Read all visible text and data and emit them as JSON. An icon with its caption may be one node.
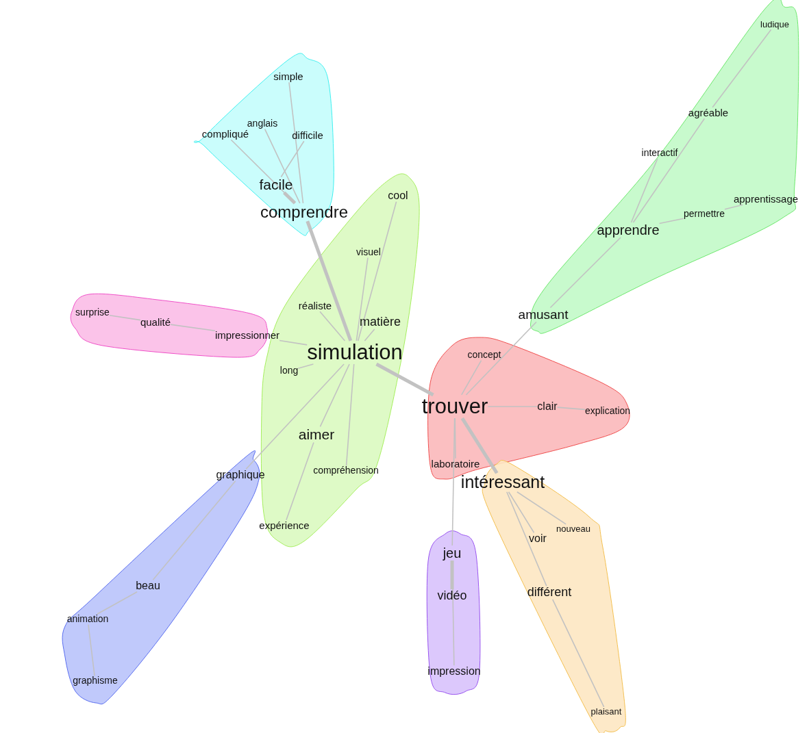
{
  "diagram": {
    "nodes": [
      {
        "text": [],
        "shape": "blob"
      },
      {
        "text": [
          "simple"
        ],
        "in": 0
      },
      {
        "text": [
          "anglais"
        ],
        "in": 0
      },
      {
        "text": [
          "compliqué"
        ],
        "in": 0
      },
      {
        "text": [
          "difficile"
        ],
        "in": 0
      },
      {
        "text": [
          "facile"
        ],
        "in": 0
      },
      {
        "text": [
          "comprendre"
        ],
        "in": 0
      },
      {
        "text": [],
        "shape": "blob"
      },
      {
        "text": [
          "ludique"
        ],
        "in": 7
      },
      {
        "text": [
          "agréable"
        ],
        "in": 7
      },
      {
        "text": [
          "interactif"
        ],
        "in": 7
      },
      {
        "text": [
          "apprentissage"
        ],
        "in": 7
      },
      {
        "text": [
          "permettre"
        ],
        "in": 7
      },
      {
        "text": [
          "apprendre"
        ],
        "in": 7
      },
      {
        "text": [
          "amusant"
        ],
        "in": 7
      },
      {
        "text": [],
        "shape": "blob"
      },
      {
        "text": [
          "cool"
        ],
        "in": 15
      },
      {
        "text": [
          "visuel"
        ],
        "in": 15
      },
      {
        "text": [
          "réaliste"
        ],
        "in": 15
      },
      {
        "text": [
          "matière"
        ],
        "in": 15
      },
      {
        "text": [
          "simulation"
        ],
        "in": 15
      },
      {
        "text": [
          "long"
        ],
        "in": 15
      },
      {
        "text": [
          "aimer"
        ],
        "in": 15
      },
      {
        "text": [
          "compréhension"
        ],
        "in": 15
      },
      {
        "text": [
          "expérience"
        ],
        "in": 15
      },
      {
        "text": [],
        "shape": "blob"
      },
      {
        "text": [
          "surprise"
        ],
        "in": 25
      },
      {
        "text": [
          "qualité"
        ],
        "in": 25
      },
      {
        "text": [
          "impressionner"
        ],
        "in": 25
      },
      {
        "text": [],
        "shape": "blob"
      },
      {
        "text": [
          "concept"
        ],
        "in": 29
      },
      {
        "text": [
          "trouver"
        ],
        "in": 29
      },
      {
        "text": [
          "clair"
        ],
        "in": 29
      },
      {
        "text": [
          "explication"
        ],
        "in": 29
      },
      {
        "text": [
          "laboratoire"
        ],
        "in": 29
      },
      {
        "text": [
          "intéressant"
        ]
      },
      {
        "text": [],
        "shape": "blob"
      },
      {
        "text": [
          "graphique"
        ],
        "in": 36
      },
      {
        "text": [
          "beau"
        ],
        "in": 36
      },
      {
        "text": [
          "animation"
        ],
        "in": 36
      },
      {
        "text": [
          "graphisme"
        ],
        "in": 36
      },
      {
        "text": [],
        "shape": "blob"
      },
      {
        "text": [
          "nouveau"
        ],
        "in": 41
      },
      {
        "text": [
          "voir"
        ],
        "in": 41
      },
      {
        "text": [
          "différent"
        ],
        "in": 41
      },
      {
        "text": [
          "plaisant"
        ],
        "in": 41
      },
      {
        "text": [],
        "shape": "blob"
      },
      {
        "text": [
          "jeu"
        ],
        "in": 46
      },
      {
        "text": [
          "vidéo"
        ],
        "in": 46
      },
      {
        "text": [
          "impression"
        ],
        "in": 46
      }
    ],
    "edges": [
      {
        "from": 20,
        "to": 6,
        "arrow": "none",
        "style": "thick"
      },
      {
        "from": 6,
        "to": 5,
        "arrow": "none",
        "style": "thick"
      },
      {
        "from": 6,
        "to": 1,
        "arrow": "none"
      },
      {
        "from": 6,
        "to": 2,
        "arrow": "none"
      },
      {
        "from": 6,
        "to": 3,
        "arrow": "none"
      },
      {
        "from": 5,
        "to": 4,
        "arrow": "none"
      },
      {
        "from": 20,
        "to": 16,
        "arrow": "none"
      },
      {
        "from": 20,
        "to": 17,
        "arrow": "none"
      },
      {
        "from": 20,
        "to": 18,
        "arrow": "none"
      },
      {
        "from": 20,
        "to": 19,
        "arrow": "none"
      },
      {
        "from": 20,
        "to": 28,
        "arrow": "none"
      },
      {
        "from": 28,
        "to": 27,
        "arrow": "none"
      },
      {
        "from": 27,
        "to": 26,
        "arrow": "none"
      },
      {
        "from": 20,
        "to": 21,
        "arrow": "none"
      },
      {
        "from": 20,
        "to": 22,
        "arrow": "none"
      },
      {
        "from": 22,
        "to": 24,
        "arrow": "none"
      },
      {
        "from": 20,
        "to": 23,
        "arrow": "none"
      },
      {
        "from": 20,
        "to": 37,
        "arrow": "none"
      },
      {
        "from": 37,
        "to": 38,
        "arrow": "none"
      },
      {
        "from": 38,
        "to": 39,
        "arrow": "none"
      },
      {
        "from": 39,
        "to": 40,
        "arrow": "none"
      },
      {
        "from": 20,
        "to": 31,
        "arrow": "none",
        "style": "thick"
      },
      {
        "from": 31,
        "to": 14,
        "arrow": "none"
      },
      {
        "from": 14,
        "to": 13,
        "arrow": "none"
      },
      {
        "from": 13,
        "to": 10,
        "arrow": "none"
      },
      {
        "from": 13,
        "to": 9,
        "arrow": "none"
      },
      {
        "from": 9,
        "to": 8,
        "arrow": "none"
      },
      {
        "from": 13,
        "to": 12,
        "arrow": "none"
      },
      {
        "from": 12,
        "to": 11,
        "arrow": "none"
      },
      {
        "from": 31,
        "to": 30,
        "arrow": "none"
      },
      {
        "from": 31,
        "to": 32,
        "arrow": "none"
      },
      {
        "from": 32,
        "to": 33,
        "arrow": "none"
      },
      {
        "from": 31,
        "to": 34,
        "arrow": "none"
      },
      {
        "from": 31,
        "to": 35,
        "arrow": "none",
        "style": "thick"
      },
      {
        "from": 35,
        "to": 43,
        "arrow": "none"
      },
      {
        "from": 35,
        "to": 42,
        "arrow": "none"
      },
      {
        "from": 35,
        "to": 44,
        "arrow": "none"
      },
      {
        "from": 44,
        "to": 45,
        "arrow": "none"
      },
      {
        "from": 31,
        "to": 47,
        "arrow": "none"
      },
      {
        "from": 47,
        "to": 48,
        "arrow": "none",
        "style": "thick"
      },
      {
        "from": 47,
        "to": 49,
        "arrow": "none"
      }
    ]
  }
}
